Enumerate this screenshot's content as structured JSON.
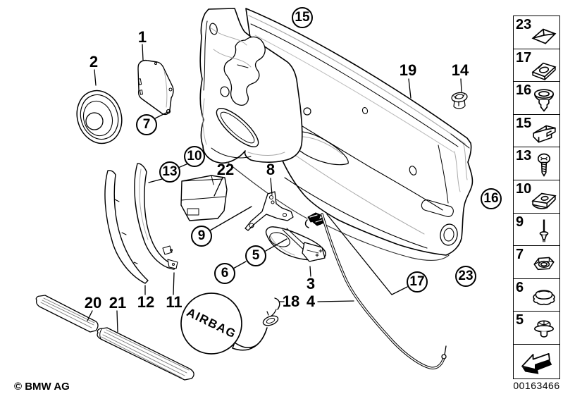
{
  "footer": {
    "copyright": "© BMW AG",
    "diagram_number": "00163466"
  },
  "airbag_label": "AIRBAG",
  "callouts": {
    "plain": {
      "n1": "1",
      "n2": "2",
      "n3": "3",
      "n4": "4",
      "n8": "8",
      "n11": "11",
      "n12": "12",
      "n14": "14",
      "n18": "18",
      "n19": "19",
      "n20": "20",
      "n21": "21",
      "n22": "22"
    },
    "circled": {
      "n5": "5",
      "n6": "6",
      "n7": "7",
      "n9": "9",
      "n10": "10",
      "n13": "13",
      "n15": "15",
      "n16": "16",
      "n17": "17",
      "n23": "23"
    }
  },
  "sidebar": {
    "items": [
      {
        "number": "23",
        "icon": "cap-nut-icon"
      },
      {
        "number": "17",
        "icon": "speed-nut-icon"
      },
      {
        "number": "16",
        "icon": "expanding-rivet-icon"
      },
      {
        "number": "15",
        "icon": "retaining-clip-icon"
      },
      {
        "number": "13",
        "icon": "self-tapping-screw-icon"
      },
      {
        "number": "10",
        "icon": "clamp-nut-icon"
      },
      {
        "number": "9",
        "icon": "blind-rivet-icon"
      },
      {
        "number": "7",
        "icon": "hex-nut-icon"
      },
      {
        "number": "6",
        "icon": "push-button-clip-icon"
      },
      {
        "number": "5",
        "icon": "plastic-rivet-icon"
      }
    ],
    "arrow_icon": "direction-arrow-icon"
  }
}
